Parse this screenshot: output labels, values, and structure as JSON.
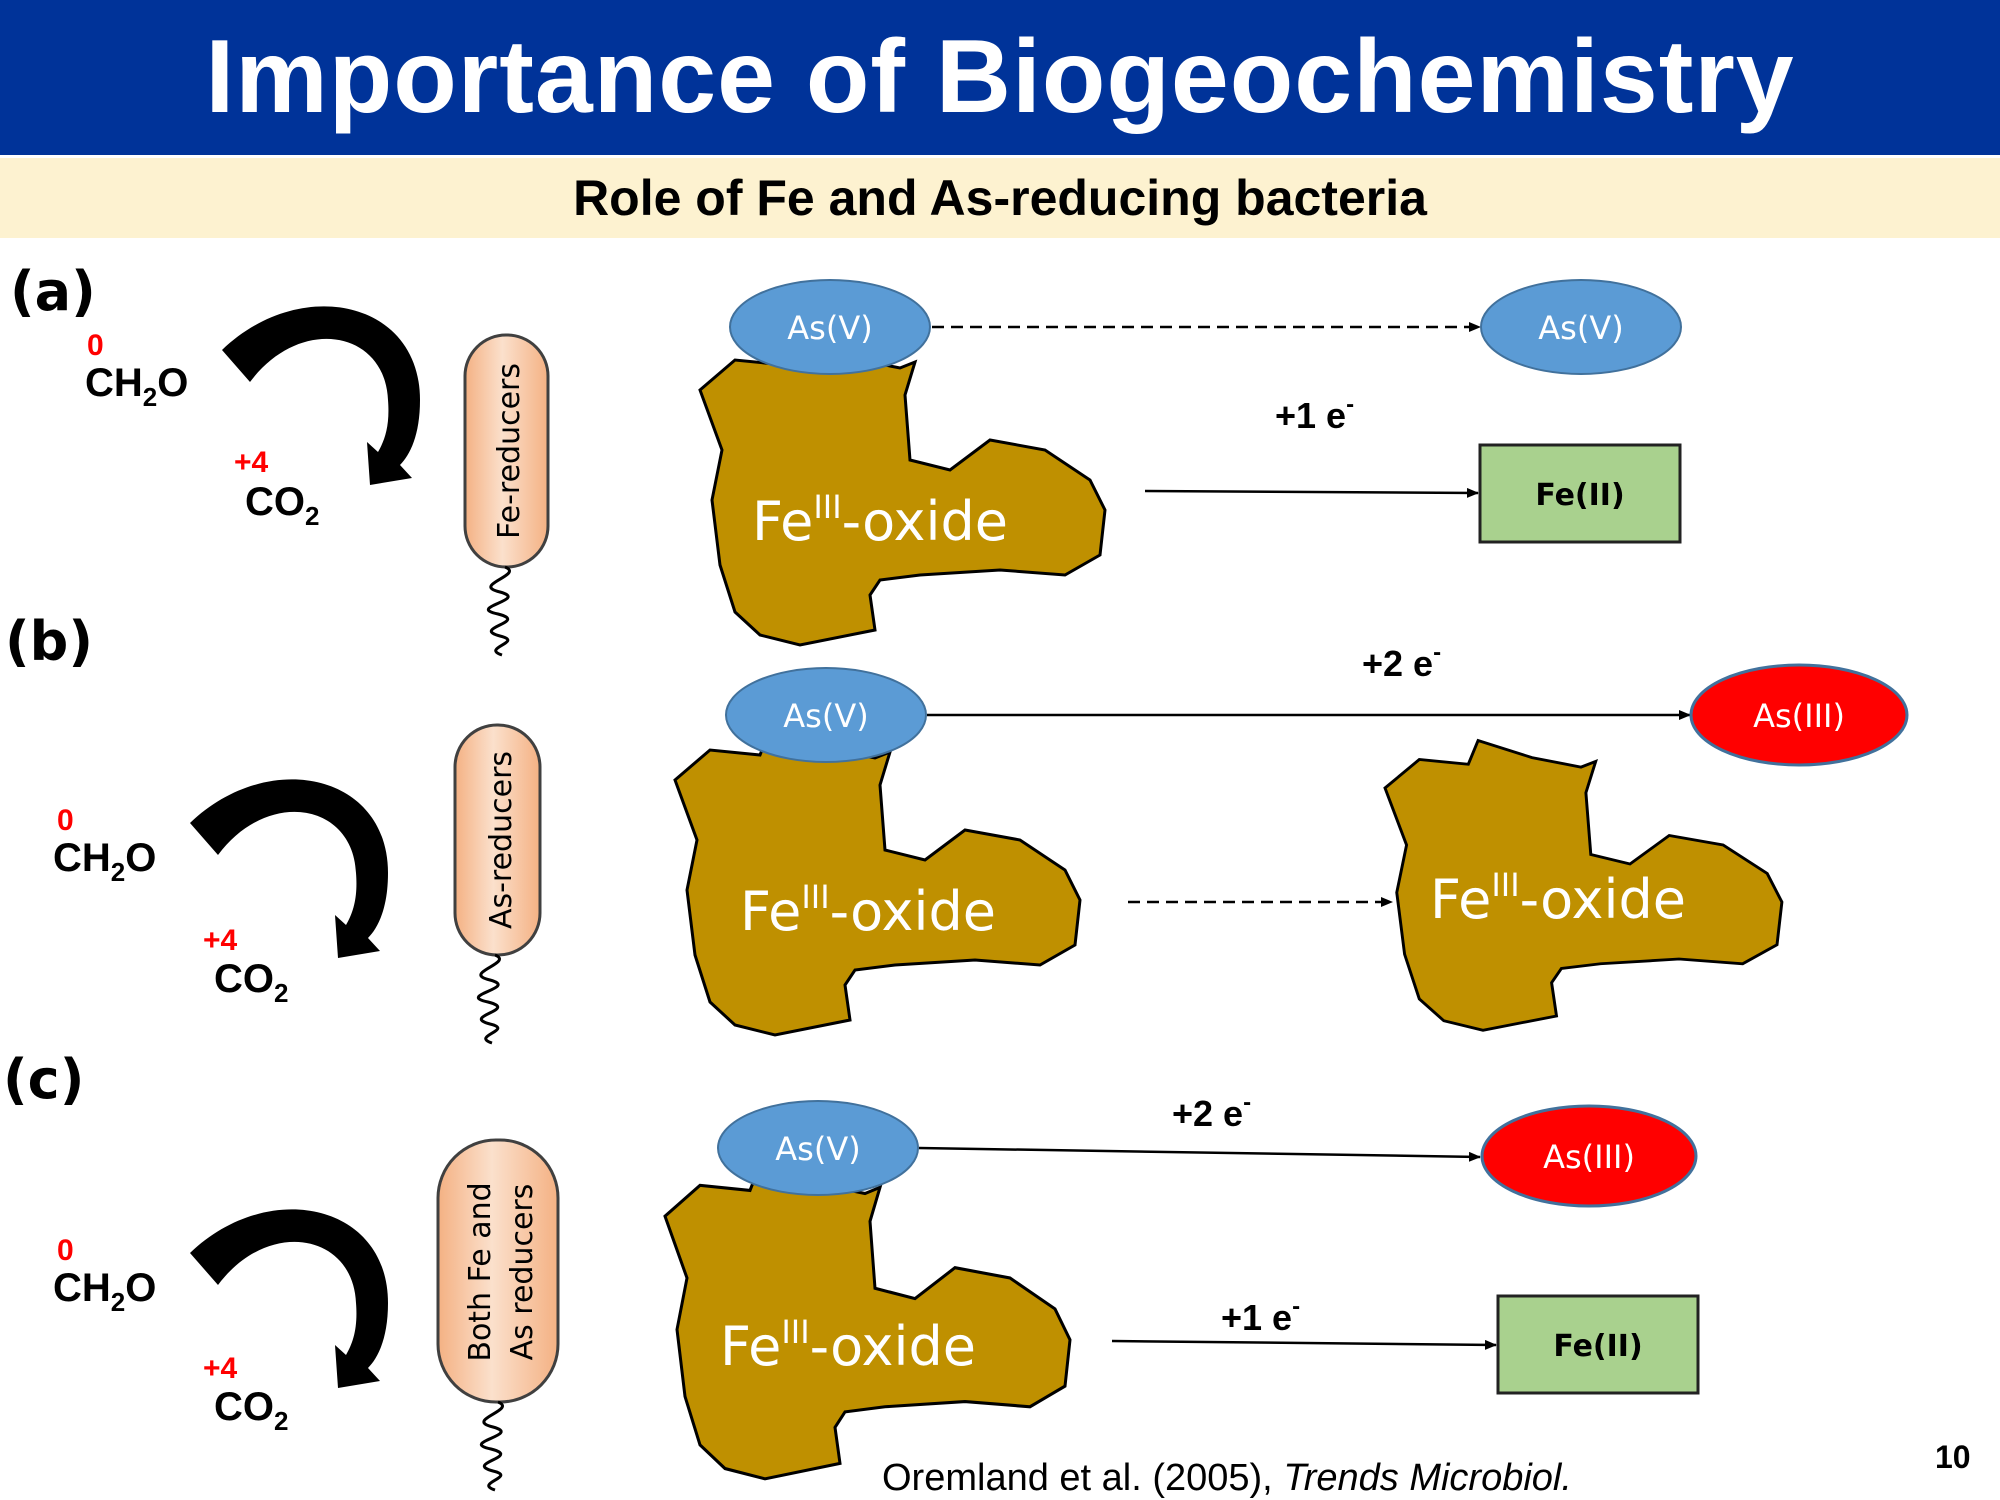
{
  "title": "Importance of Biogeochemistry",
  "subtitle": "Role of Fe and As-reducing bacteria",
  "panels": [
    {
      "label": "(a)",
      "donor": {
        "ox_state": "0",
        "formula_main": "CH",
        "formula_sub": "2",
        "formula_end": "O"
      },
      "product": {
        "ox_state": "+4",
        "formula_main": "CO",
        "formula_sub": "2"
      },
      "bacterium": "Fe-reducers",
      "as_source": "As(V)",
      "as_target": "As(V)",
      "electrons_label": "+1 e",
      "electrons_sup": "-",
      "fe_oxide_main": "Fe",
      "fe_oxide_sup": "III",
      "fe_oxide_end": "-oxide",
      "fe_product": "Fe(II)"
    },
    {
      "label": "(b)",
      "donor": {
        "ox_state": "0",
        "formula_main": "CH",
        "formula_sub": "2",
        "formula_end": "O"
      },
      "product": {
        "ox_state": "+4",
        "formula_main": "CO",
        "formula_sub": "2"
      },
      "bacterium": "As-reducers",
      "as_source": "As(V)",
      "as_target": "As(III)",
      "electrons_label": "+2 e",
      "electrons_sup": "-",
      "fe_oxide_main": "Fe",
      "fe_oxide_sup": "III",
      "fe_oxide_end": "-oxide",
      "fe_target_main": "Fe",
      "fe_target_sup": "III",
      "fe_target_end": "-oxide"
    },
    {
      "label": "(c)",
      "donor": {
        "ox_state": "0",
        "formula_main": "CH",
        "formula_sub": "2",
        "formula_end": "O"
      },
      "product": {
        "ox_state": "+4",
        "formula_main": "CO",
        "formula_sub": "2"
      },
      "bacterium_line1": "Both Fe and",
      "bacterium_line2": "As reducers",
      "as_source": "As(V)",
      "as_target": "As(III)",
      "electrons_as_label": "+2 e",
      "electrons_as_sup": "-",
      "electrons_fe_label": "+1 e",
      "electrons_fe_sup": "-",
      "fe_oxide_main": "Fe",
      "fe_oxide_sup": "III",
      "fe_oxide_end": "-oxide",
      "fe_product": "Fe(II)"
    }
  ],
  "citation": {
    "authors": "Oremland et al. (2005), ",
    "journal": "Trends Microbiol."
  },
  "page_number": "10",
  "colors": {
    "title_bg": "#003399",
    "subtitle_bg": "#fdf2d0",
    "oxide_fill": "#bf9000",
    "as_v_fill": "#5b9bd5",
    "as_iii_fill": "#ff0000",
    "fe_ii_fill": "#a9d18e",
    "bacterium_fill": "#f8cbad",
    "ox_state_color": "#ff0000"
  }
}
